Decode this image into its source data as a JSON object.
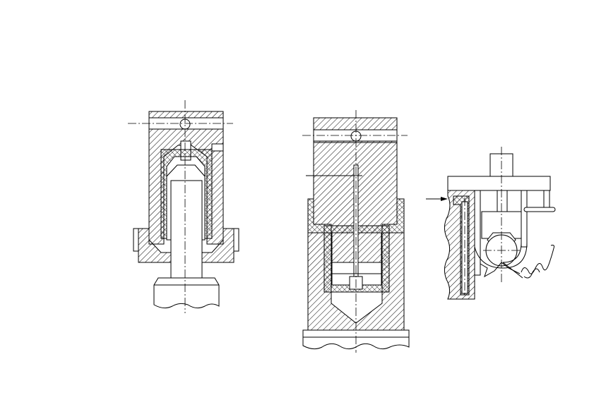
{
  "drawing": {
    "views": [
      "left-section-view",
      "middle-section-view",
      "right-section-view"
    ],
    "colors": {
      "line": "#000000",
      "background": "#ffffff"
    },
    "hatch_patterns": [
      "diagonal-hatch",
      "cross-hatch"
    ]
  }
}
